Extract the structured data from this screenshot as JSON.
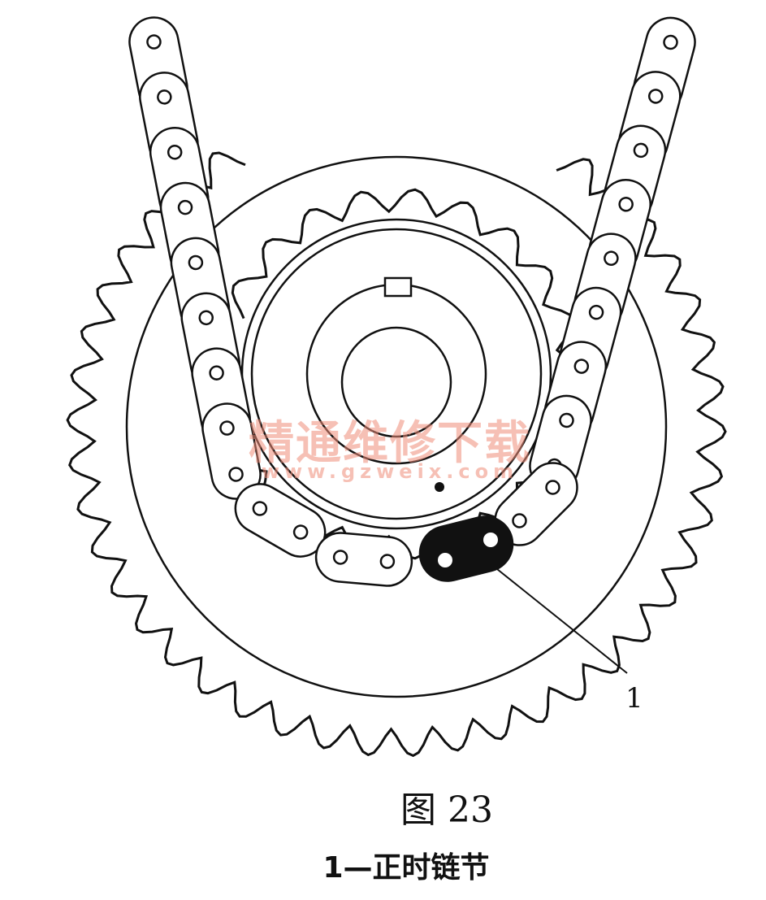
{
  "diagram": {
    "callout_number": "1",
    "watermark_cn": "精通维修下载",
    "watermark_url": "www.gzweix.com"
  },
  "figure": {
    "title": "图 23",
    "caption": "1—正时链节"
  },
  "colors": {
    "line": "#111111",
    "watermark": "#ee8c78",
    "background": "#ffffff"
  }
}
